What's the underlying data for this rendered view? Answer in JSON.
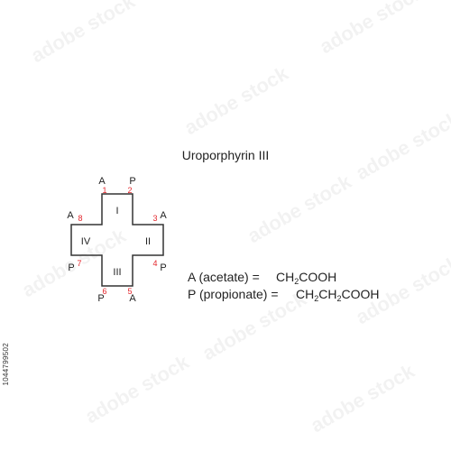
{
  "title": "Uroporphyrin III",
  "rings": [
    "I",
    "II",
    "III",
    "IV"
  ],
  "positions": [
    {
      "num": "1",
      "group": "A"
    },
    {
      "num": "2",
      "group": "P"
    },
    {
      "num": "3",
      "group": "A"
    },
    {
      "num": "4",
      "group": "P"
    },
    {
      "num": "5",
      "group": "A"
    },
    {
      "num": "6",
      "group": "P"
    },
    {
      "num": "7",
      "group": "P"
    },
    {
      "num": "8",
      "group": "A"
    }
  ],
  "legend": {
    "acetate": {
      "label": "A (acetate) =",
      "formula": [
        "CH",
        "2",
        "COOH"
      ]
    },
    "propionate": {
      "label": "P (propionate) =",
      "formula": [
        "CH",
        "2",
        "CH",
        "2",
        "COOH"
      ]
    }
  },
  "stock_id": "1044799502",
  "watermark_text": "adobe stock",
  "colors": {
    "line": "#333333",
    "number": "#e3262c",
    "text": "#222222"
  }
}
